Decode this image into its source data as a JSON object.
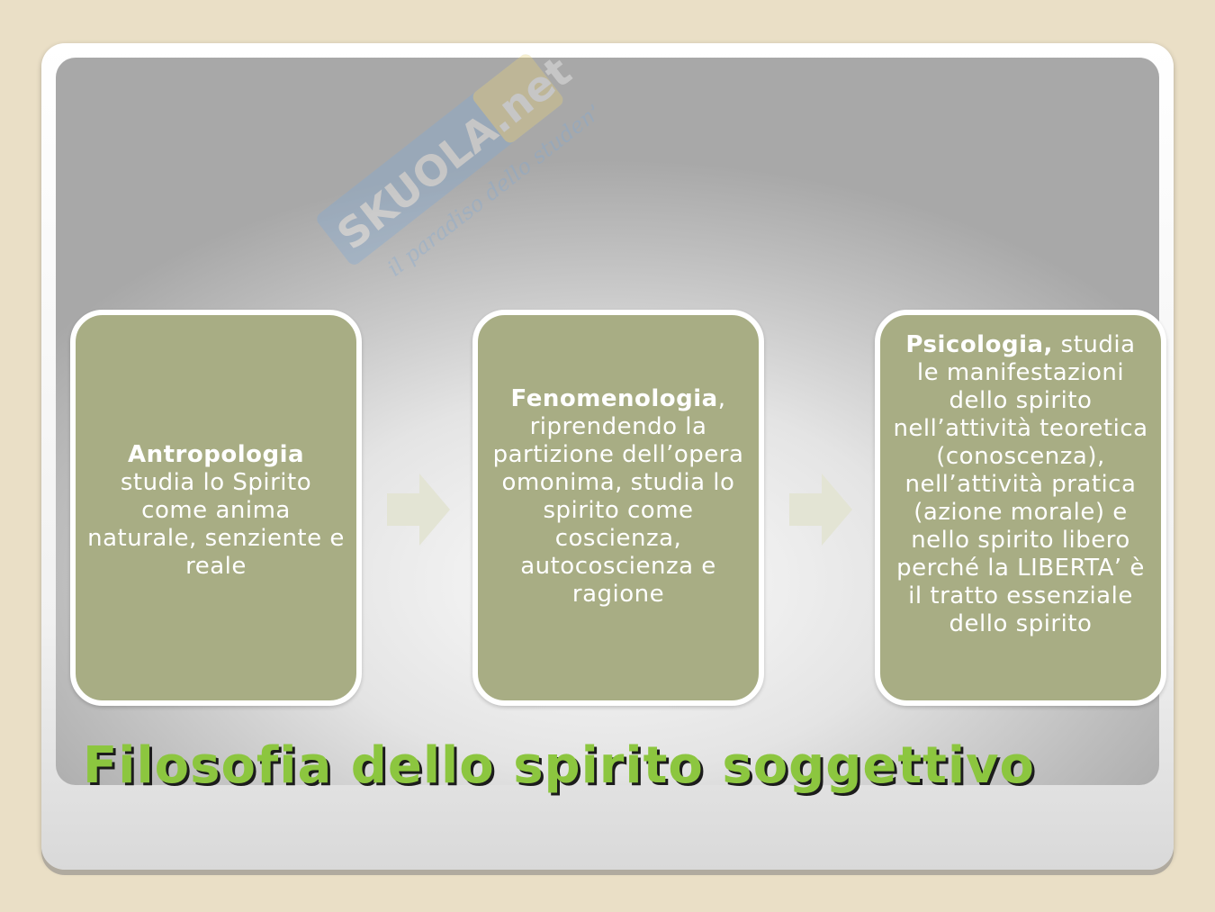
{
  "watermark": {
    "logo_text": "SKUOLA.net",
    "tagline": "il paradiso dello studente"
  },
  "boxes": [
    {
      "bold": "Antropologia",
      "text": "studia lo Spirito come anima naturale, senziente e reale"
    },
    {
      "bold": "Fenomenologia",
      "text": ", riprendendo la partizione dell’opera omonima,  studia lo spirito come coscienza, autocoscienza e ragione"
    },
    {
      "bold": "Psicologia,",
      "text": " studia le manifestazioni dello spirito nell’attività teoretica (conoscenza), nell’attività pratica (azione morale)  e nello spirito libero perché la LIBERTA’ è il tratto essenziale dello spirito"
    }
  ],
  "title": "Filosofia dello spirito soggettivo",
  "colors": {
    "box_fill": "#a8ad84",
    "title_green": "#8cc63f",
    "arrow": "#e3e4d4",
    "background": "#eadfc6"
  }
}
